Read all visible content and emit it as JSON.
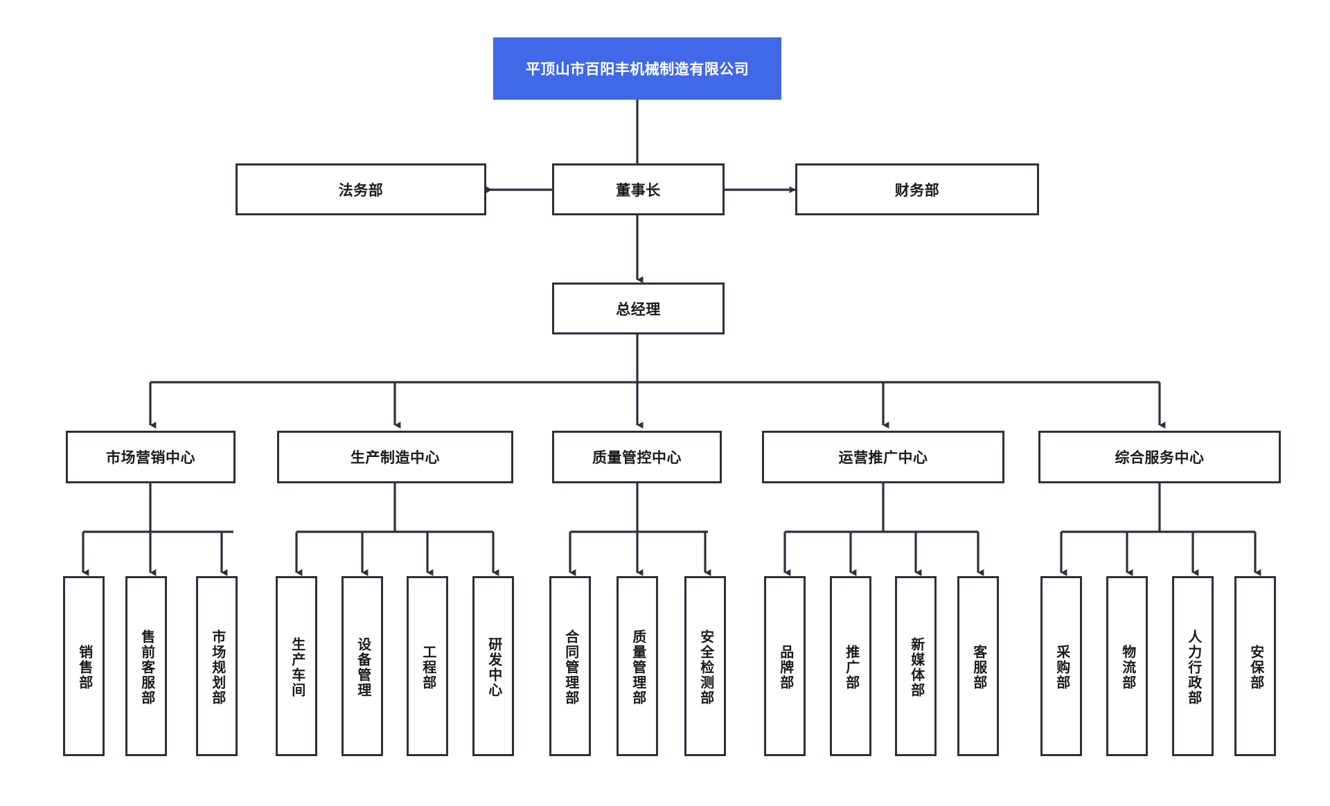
{
  "chart": {
    "title": "平顶山市百阳丰机械制造有限公司",
    "accent_color": "#4168e8",
    "line_color": "#2b313b",
    "box_fill": "#ffffff",
    "text_color": "#1a1a1a",
    "root_text_color": "#ffffff"
  },
  "nodes": {
    "root": {
      "label": "平顶山市百阳丰机械制造有限公司"
    },
    "chairman": {
      "label": "董事长"
    },
    "legal": {
      "label": "法务部"
    },
    "finance": {
      "label": "财务部"
    },
    "general_manager": {
      "label": "总经理"
    },
    "centers": [
      {
        "label": "市场营销中心"
      },
      {
        "label": "生产制造中心"
      },
      {
        "label": "质量管控中心"
      },
      {
        "label": "运营推广中心"
      },
      {
        "label": "综合服务中心"
      }
    ],
    "departments": {
      "marketing": [
        {
          "label": "销售部"
        },
        {
          "label": "售前客服部"
        },
        {
          "label": "市场规划部"
        }
      ],
      "manufacturing": [
        {
          "label": "生产车间"
        },
        {
          "label": "设备管理"
        },
        {
          "label": "工程部"
        },
        {
          "label": "研发中心"
        }
      ],
      "quality": [
        {
          "label": "合同管理部"
        },
        {
          "label": "质量管理部"
        },
        {
          "label": "安全检测部"
        }
      ],
      "operations": [
        {
          "label": "品牌部"
        },
        {
          "label": "推广部"
        },
        {
          "label": "新媒体部"
        },
        {
          "label": "客服部"
        }
      ],
      "service": [
        {
          "label": "采购部"
        },
        {
          "label": "物流部"
        },
        {
          "label": "人力行政部"
        },
        {
          "label": "安保部"
        }
      ]
    }
  }
}
